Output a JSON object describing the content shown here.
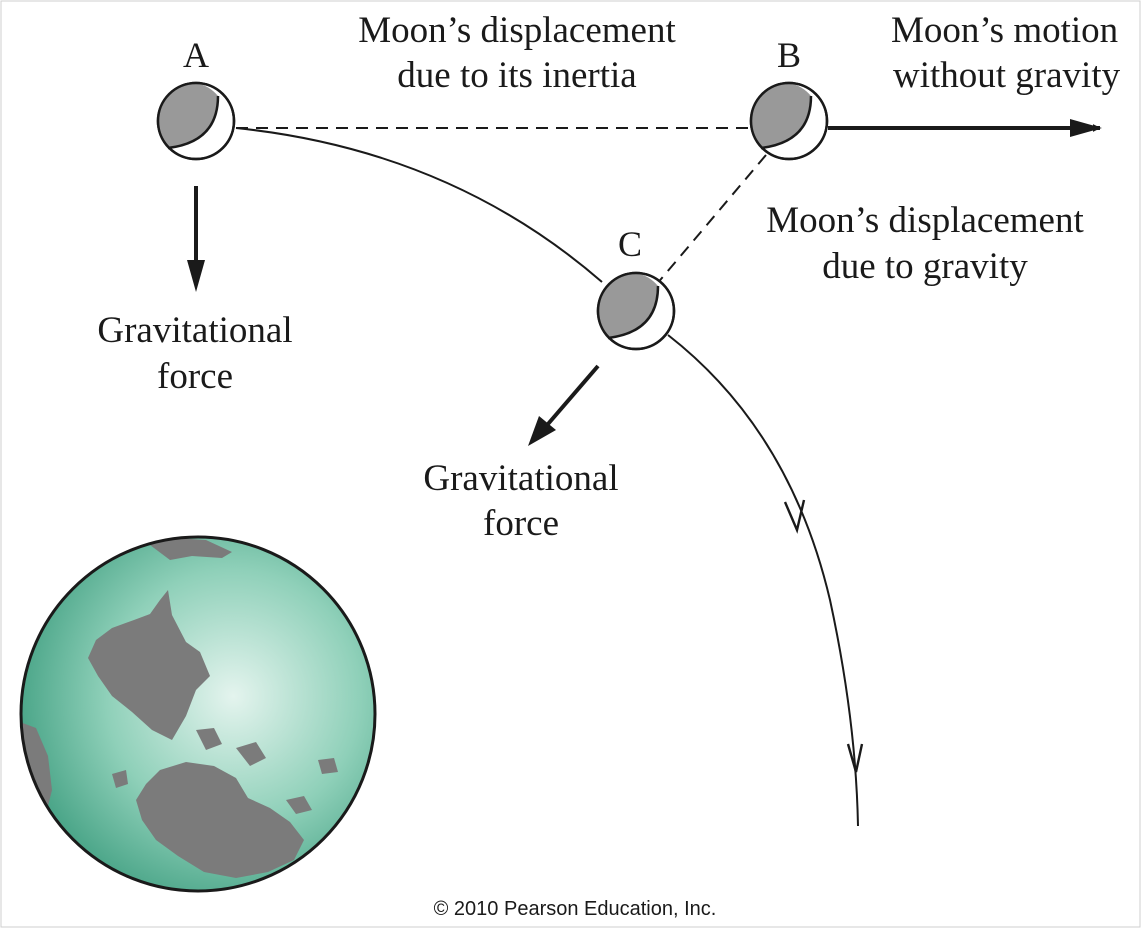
{
  "points": {
    "a": "A",
    "b": "B",
    "c": "C"
  },
  "labels": {
    "inertia_line1": "Moon’s displacement",
    "inertia_line2": "due to its inertia",
    "motion_line1": "Moon’s motion",
    "motion_line2": "without gravity",
    "gravity_disp_line1": "Moon’s displacement",
    "gravity_disp_line2": "due to gravity",
    "grav_force_a_line1": "Gravitational",
    "grav_force_a_line2": "force",
    "grav_force_c_line1": "Gravitational",
    "grav_force_c_line2": "force"
  },
  "copyright": "© 2010 Pearson Education, Inc.",
  "colors": {
    "ocean": "#4fae8f",
    "ocean_light": "#d8efe6",
    "land": "#7b7b7b",
    "moon_dark": "#999999",
    "ink": "#1a1a1a"
  }
}
